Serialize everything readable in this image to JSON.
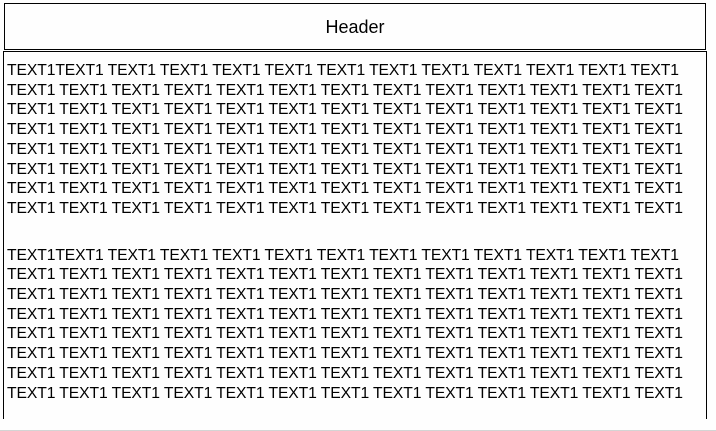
{
  "header": {
    "title": "Header"
  },
  "body": {
    "paragraphs": [
      {
        "lines": [
          "TEXT1TEXT1 TEXT1 TEXT1 TEXT1 TEXT1 TEXT1 TEXT1 TEXT1 TEXT1 TEXT1 TEXT1 TEXT1",
          "TEXT1 TEXT1 TEXT1 TEXT1 TEXT1 TEXT1 TEXT1 TEXT1 TEXT1 TEXT1 TEXT1 TEXT1 TEXT1",
          "TEXT1 TEXT1 TEXT1 TEXT1 TEXT1 TEXT1 TEXT1 TEXT1 TEXT1 TEXT1 TEXT1 TEXT1 TEXT1",
          "TEXT1 TEXT1 TEXT1 TEXT1 TEXT1 TEXT1 TEXT1 TEXT1 TEXT1 TEXT1 TEXT1 TEXT1 TEXT1",
          "TEXT1 TEXT1 TEXT1 TEXT1 TEXT1 TEXT1 TEXT1 TEXT1 TEXT1 TEXT1 TEXT1 TEXT1 TEXT1",
          "TEXT1 TEXT1 TEXT1 TEXT1 TEXT1 TEXT1 TEXT1 TEXT1 TEXT1 TEXT1 TEXT1 TEXT1 TEXT1",
          "TEXT1 TEXT1 TEXT1 TEXT1 TEXT1 TEXT1 TEXT1 TEXT1 TEXT1 TEXT1 TEXT1 TEXT1 TEXT1",
          "TEXT1 TEXT1 TEXT1 TEXT1 TEXT1 TEXT1 TEXT1 TEXT1 TEXT1 TEXT1 TEXT1 TEXT1 TEXT1"
        ]
      },
      {
        "lines": [
          "TEXT1TEXT1 TEXT1 TEXT1 TEXT1 TEXT1 TEXT1 TEXT1 TEXT1 TEXT1 TEXT1 TEXT1 TEXT1",
          "TEXT1 TEXT1 TEXT1 TEXT1 TEXT1 TEXT1 TEXT1 TEXT1 TEXT1 TEXT1 TEXT1 TEXT1 TEXT1",
          "TEXT1 TEXT1 TEXT1 TEXT1 TEXT1 TEXT1 TEXT1 TEXT1 TEXT1 TEXT1 TEXT1 TEXT1 TEXT1",
          "TEXT1 TEXT1 TEXT1 TEXT1 TEXT1 TEXT1 TEXT1 TEXT1 TEXT1 TEXT1 TEXT1 TEXT1 TEXT1",
          "TEXT1 TEXT1 TEXT1 TEXT1 TEXT1 TEXT1 TEXT1 TEXT1 TEXT1 TEXT1 TEXT1 TEXT1 TEXT1",
          "TEXT1 TEXT1 TEXT1 TEXT1 TEXT1 TEXT1 TEXT1 TEXT1 TEXT1 TEXT1 TEXT1 TEXT1 TEXT1",
          "TEXT1 TEXT1 TEXT1 TEXT1 TEXT1 TEXT1 TEXT1 TEXT1 TEXT1 TEXT1 TEXT1 TEXT1 TEXT1",
          "TEXT1 TEXT1 TEXT1 TEXT1 TEXT1 TEXT1 TEXT1 TEXT1 TEXT1 TEXT1 TEXT1 TEXT1 TEXT1"
        ]
      }
    ]
  },
  "colors": {
    "border": "#000000",
    "text": "#000000",
    "background": "#fefefe",
    "bottom_edge": "#d4d4d4"
  }
}
